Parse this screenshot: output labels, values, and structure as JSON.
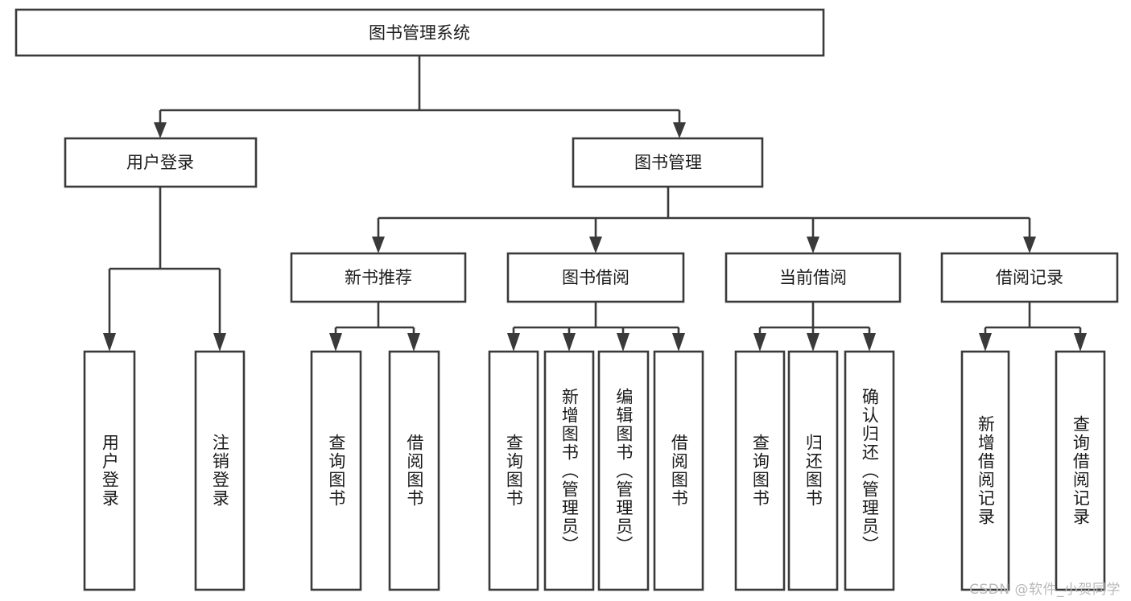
{
  "diagram": {
    "title": "图书管理系统",
    "type": "hierarchy-tree",
    "orientation": "top-down",
    "colors": {
      "box_stroke": "#3a3a3a",
      "box_fill": "#ffffff",
      "text": "#1b1b1b",
      "canvas": "#ffffff",
      "watermark": "#b9b9b9"
    },
    "levels": {
      "level1": [
        "图书管理系统"
      ],
      "level2": [
        "用户登录",
        "图书管理"
      ],
      "level3": [
        "新书推荐",
        "图书借阅",
        "当前借阅",
        "借阅记录"
      ],
      "level4": [
        "用户登录",
        "注销登录",
        "查询图书",
        "借阅图书",
        "查询图书",
        "新增图书（管理员）",
        "编辑图书（管理员）",
        "借阅图书",
        "查询图书",
        "归还图书",
        "确认归还（管理员）",
        "新增借阅记录",
        "查询借阅记录"
      ]
    }
  },
  "nodes": {
    "root": {
      "label": "图书管理系统"
    },
    "user_login": {
      "label": "用户登录"
    },
    "book_manage": {
      "label": "图书管理"
    },
    "new_book_rec": {
      "label": "新书推荐"
    },
    "book_borrow": {
      "label": "图书借阅"
    },
    "current_borrow": {
      "label": "当前借阅"
    },
    "borrow_record": {
      "label": "借阅记录"
    },
    "leaf_user_login": {
      "label": "用户登录"
    },
    "leaf_logout": {
      "label": "注销登录"
    },
    "leaf_query_book_a": {
      "label": "查询图书"
    },
    "leaf_borrow_book_a": {
      "label": "借阅图书"
    },
    "leaf_query_book_b": {
      "label": "查询图书"
    },
    "leaf_add_book_admin": {
      "label": "新增图书（管理员）"
    },
    "leaf_edit_book_admin": {
      "label": "编辑图书（管理员）"
    },
    "leaf_borrow_book_b": {
      "label": "借阅图书"
    },
    "leaf_query_book_c": {
      "label": "查询图书"
    },
    "leaf_return_book": {
      "label": "归还图书"
    },
    "leaf_confirm_return_admin": {
      "label": "确认归还（管理员）"
    },
    "leaf_add_borrow_record": {
      "label": "新增借阅记录"
    },
    "leaf_query_borrow_record": {
      "label": "查询借阅记录"
    }
  },
  "edges": [
    {
      "from": "图书管理系统",
      "to": "用户登录"
    },
    {
      "from": "图书管理系统",
      "to": "图书管理"
    },
    {
      "from": "用户登录",
      "to": "用户登录"
    },
    {
      "from": "用户登录",
      "to": "注销登录"
    },
    {
      "from": "图书管理",
      "to": "新书推荐"
    },
    {
      "from": "图书管理",
      "to": "图书借阅"
    },
    {
      "from": "图书管理",
      "to": "当前借阅"
    },
    {
      "from": "图书管理",
      "to": "借阅记录"
    },
    {
      "from": "新书推荐",
      "to": "查询图书"
    },
    {
      "from": "新书推荐",
      "to": "借阅图书"
    },
    {
      "from": "图书借阅",
      "to": "查询图书"
    },
    {
      "from": "图书借阅",
      "to": "新增图书（管理员）"
    },
    {
      "from": "图书借阅",
      "to": "编辑图书（管理员）"
    },
    {
      "from": "图书借阅",
      "to": "借阅图书"
    },
    {
      "from": "当前借阅",
      "to": "查询图书"
    },
    {
      "from": "当前借阅",
      "to": "归还图书"
    },
    {
      "from": "当前借阅",
      "to": "确认归还（管理员）"
    },
    {
      "from": "借阅记录",
      "to": "新增借阅记录"
    },
    {
      "from": "借阅记录",
      "to": "查询借阅记录"
    }
  ],
  "watermark": {
    "text": "CSDN @软件_小贺同学"
  }
}
